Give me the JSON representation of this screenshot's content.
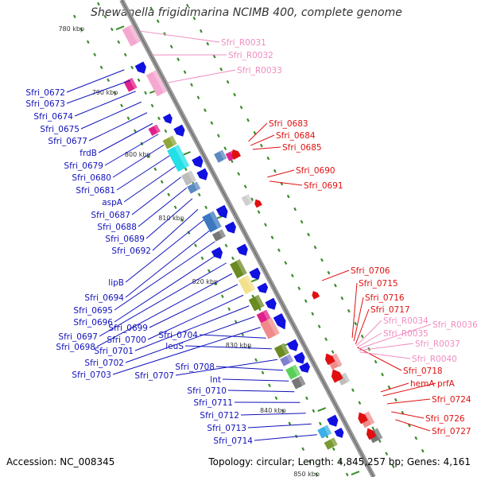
{
  "title": "Shewanella frigidimarina NCIMB 400, complete genome",
  "footer": {
    "accession": "Accession: NC_008345",
    "topology": "Topology: circular; Length: 4,845,257 bp; Genes: 4,161"
  },
  "colors": {
    "backbone": "#8f8f8f",
    "tick": "#3a8c2a",
    "left_label": "#1111bb",
    "right_label": "#e01010",
    "rna_label": "#f08cc0",
    "minus_strand": "#1010e0",
    "plus_strand": "#e01010"
  },
  "scale_labels": [
    "780 kbp",
    "790 kbp",
    "800 kbp",
    "810 kbp",
    "820 kbp",
    "830 kbp",
    "840 kbp",
    "850 kbp"
  ],
  "left_labels": [
    "Sfri_0672",
    "Sfri_0673",
    "Sfri_0674",
    "Sfri_0675",
    "Sfri_0677",
    "frdB",
    "Sfri_0679",
    "Sfri_0680",
    "Sfri_0681",
    "aspA",
    "Sfri_0687",
    "Sfri_0688",
    "Sfri_0689",
    "Sfri_0692",
    "lipB",
    "Sfri_0694",
    "Sfri_0695",
    "Sfri_0696",
    "Sfri_0697",
    "Sfri_0698",
    "Sfri_0699",
    "Sfri_0700",
    "Sfri_0701",
    "Sfri_0702",
    "Sfri_0703",
    "Sfri_0704",
    "leuS",
    "Sfri_0707",
    "Sfri_0708",
    "lnt",
    "Sfri_0710",
    "Sfri_0711",
    "Sfri_0712",
    "Sfri_0713",
    "Sfri_0714"
  ],
  "right_labels": [
    "Sfri_0683",
    "Sfri_0684",
    "Sfri_0685",
    "Sfri_0690",
    "Sfri_0691",
    "Sfri_0706",
    "Sfri_0715",
    "Sfri_0716",
    "Sfri_0717",
    "Sfri_0718",
    "hemA",
    "prfA",
    "Sfri_0724",
    "Sfri_0726",
    "Sfri_0727"
  ],
  "rna_labels": [
    "Sfri_R0031",
    "Sfri_R0032",
    "Sfri_R0033",
    "Sfri_R0034",
    "Sfri_R0035",
    "Sfri_R0036",
    "Sfri_R0037",
    "Sfri_R0040"
  ]
}
